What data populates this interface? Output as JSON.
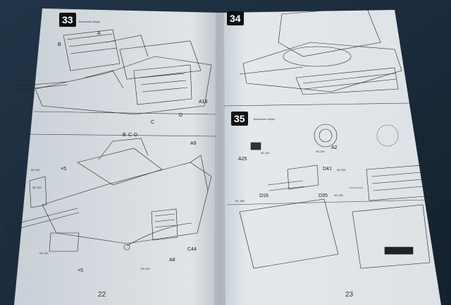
{
  "scene": {
    "description_colors": {
      "table_bg": "#1c2c3d",
      "paper_left": "#d8dee2",
      "paper_right": "#e3e7ea",
      "ink": "#1a1a1a"
    }
  },
  "left_page": {
    "step_number": "33",
    "step_caption": "Выполните сборку",
    "letters": [
      "A",
      "B",
      "C",
      "D"
    ],
    "part_labels": [
      "A18",
      "A9",
      "C44",
      "A8"
    ],
    "decal_labels": [
      "MC-359",
      "MC-309",
      "MC-220",
      "MC-003"
    ],
    "quantity_labels": [
      "×5",
      "×5"
    ],
    "code_row": [
      "B",
      "C",
      "D"
    ],
    "page_number": "22"
  },
  "right_page": {
    "step_number": "34",
    "step_number_2": "35",
    "step_caption_2": "Выполните сборку",
    "part_labels": [
      "A25",
      "A2",
      "D41",
      "D16",
      "D35"
    ],
    "decal_labels": [
      "MC-302",
      "MC-306",
      "MC-188",
      "MC-305",
      "MC-308"
    ],
    "page_number": "23"
  }
}
